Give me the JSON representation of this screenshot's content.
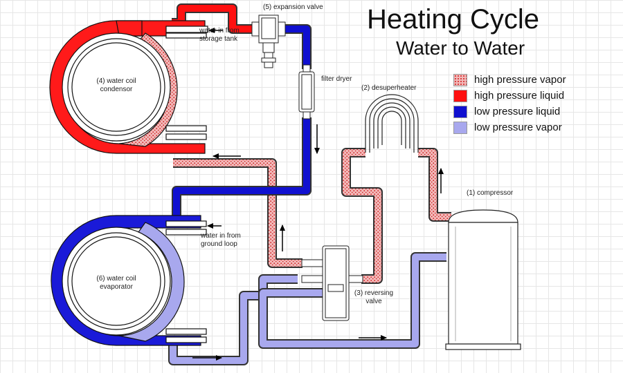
{
  "title": "Heating Cycle",
  "subtitle": "Water to Water",
  "colors": {
    "high_pressure_liquid": "#ff0000",
    "low_pressure_liquid": "#1010d0",
    "low_pressure_vapor": "#a8a8ee",
    "high_pressure_vapor_base": "#f2b8b8",
    "high_pressure_vapor_dots": "#d02020"
  },
  "legend": [
    {
      "label": "high pressure vapor",
      "swatch": "high-pressure-vapor"
    },
    {
      "label": "high pressure liquid",
      "swatch": "high-pressure-liquid"
    },
    {
      "label": "low pressure liquid",
      "swatch": "low-pressure-liquid"
    },
    {
      "label": "low pressure vapor",
      "swatch": "low-pressure-vapor"
    }
  ],
  "labels": {
    "expansion_valve": "(5) expansion valve",
    "water_in_storage_1": "water in from",
    "water_in_storage_2": "storage tank",
    "condensor_1": "(4) water coil",
    "condensor_2": "condensor",
    "filter_dryer": "filter dryer",
    "desuperheater": "(2) desuperheater",
    "compressor": "(1) compressor",
    "water_in_ground_1": "water in from",
    "water_in_ground_2": "ground loop",
    "evaporator_1": "(6) water coil",
    "evaporator_2": "evaporator",
    "reversing_valve_1": "(3) reversing",
    "reversing_valve_2": "valve"
  }
}
